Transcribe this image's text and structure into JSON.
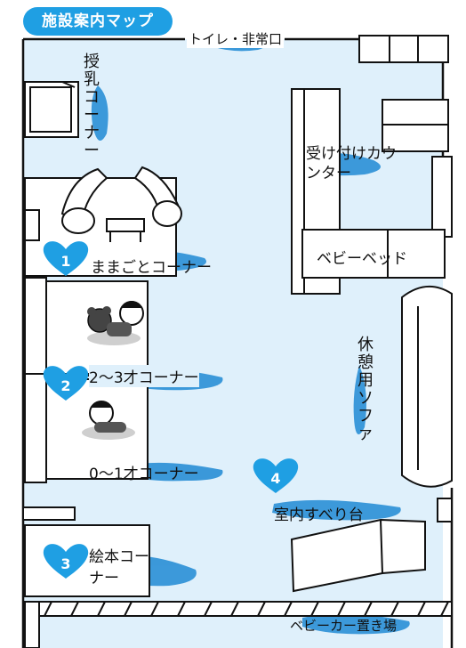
{
  "header": {
    "title": "施設案内マップ"
  },
  "labels": {
    "toilet_exit": "トイレ・非常口",
    "nursing_corner": "授乳コーナー",
    "reception": "受け付けカウンター",
    "baby_bed": "ベビーベッド",
    "rest_sofa": "休憩用ソファ",
    "stroller_area": "ベビーカー置き場"
  },
  "corners": [
    {
      "number": "1",
      "label": "ままごとコーナー"
    },
    {
      "number": "2",
      "label": "2〜3才コーナー"
    },
    {
      "number": "3",
      "label": "絵本コーナー"
    },
    {
      "number": "4",
      "label": "室内すべり台"
    }
  ],
  "age_0_1": "0〜1才コーナー",
  "colors": {
    "floor": "#dff0fb",
    "accent": "#1f9fe3",
    "brush": "#2a8fd6",
    "line": "#111111"
  }
}
